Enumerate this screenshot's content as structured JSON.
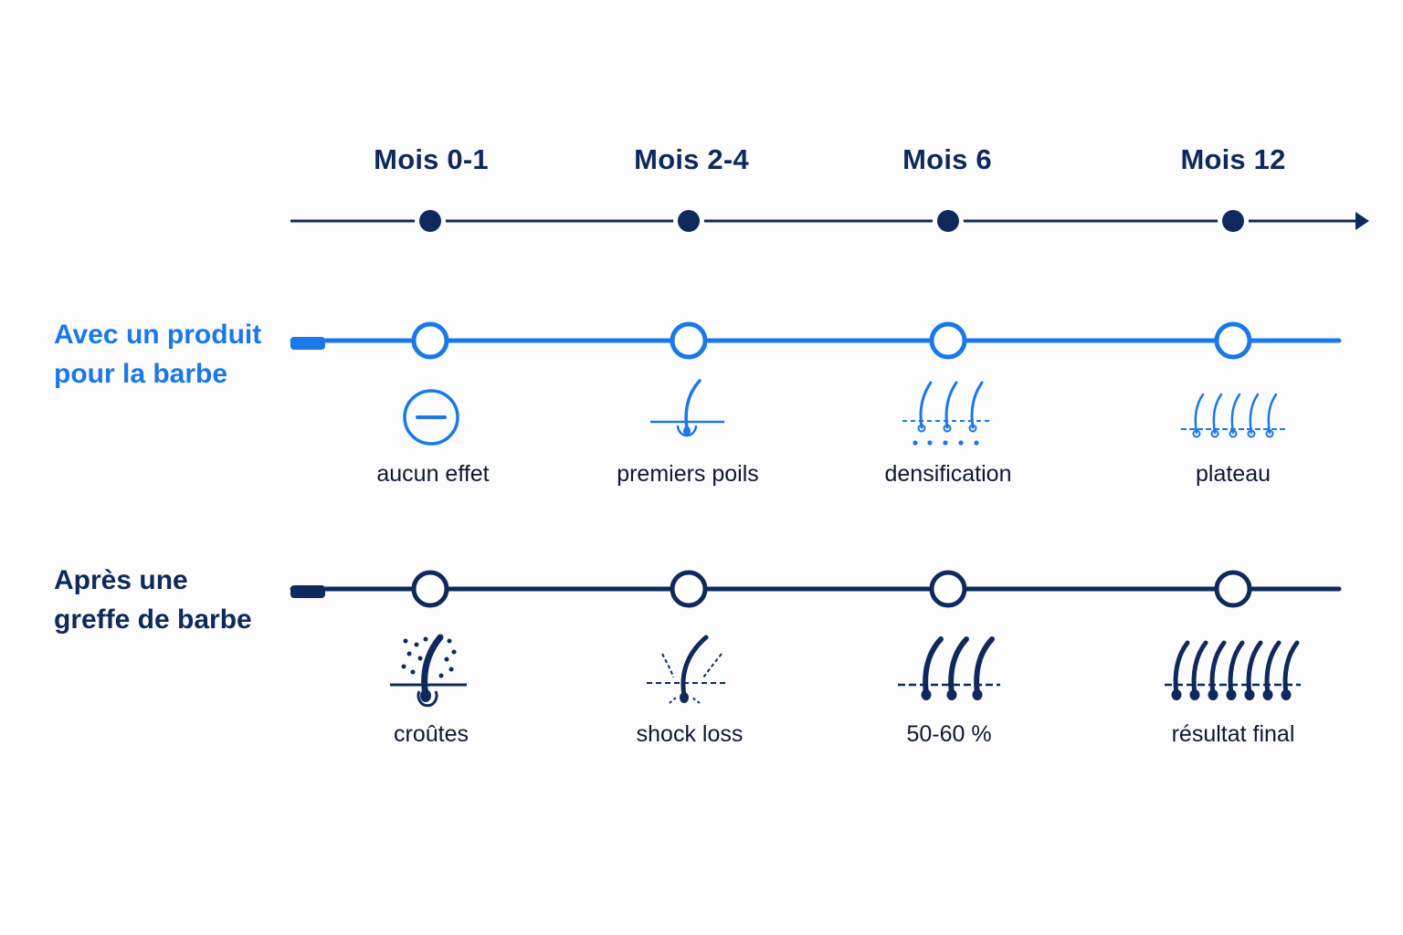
{
  "timeline": {
    "months": [
      "Mois 0-1",
      "Mois 2-4",
      "Mois 6",
      "Mois 12"
    ]
  },
  "rows": {
    "product": {
      "title_line1": "Avec un produit",
      "title_line2": "pour la barbe",
      "color": "#1a78e8",
      "stages": [
        {
          "label": "aucun effet",
          "icon": "no-effect-icon"
        },
        {
          "label": "premiers poils",
          "icon": "single-hair-icon"
        },
        {
          "label": "densification",
          "icon": "three-hairs-dotted-icon"
        },
        {
          "label": "plateau",
          "icon": "five-hairs-icon"
        }
      ]
    },
    "graft": {
      "title_line1": "Après une",
      "title_line2": "greffe de barbe",
      "color": "#0e2a5c",
      "stages": [
        {
          "label": "croûtes",
          "icon": "scab-hair-icon"
        },
        {
          "label": "shock loss",
          "icon": "shedding-hair-icon"
        },
        {
          "label": "50-60 %",
          "icon": "three-hairs-icon"
        },
        {
          "label": "résultat final",
          "icon": "seven-hairs-icon"
        }
      ]
    }
  }
}
